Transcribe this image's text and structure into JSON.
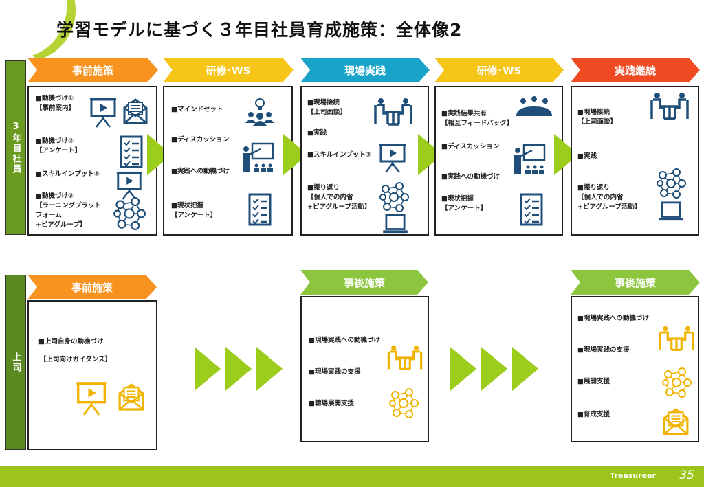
{
  "title": "学習モデルに基づく３年目社員育成施策：全体像2",
  "colors": {
    "orange": "#f7931e",
    "yellow": "#f5c518",
    "teal": "#1aa3c8",
    "red": "#f04a23",
    "green": "#8cc63f",
    "navy": "#1f4e79",
    "gold": "#f0b400",
    "footer": "#9dc41a"
  },
  "top_row": {
    "label": "3年目社員",
    "columns": [
      {
        "header": "事前施策",
        "items": [
          "■動機づけ①\n【事前案内】",
          "■動機づけ②\n【アンケート】",
          "■スキルインプット①",
          "■動機づけ③\n【ラーニングプラット\nフォーム\n+ピアグループ】"
        ]
      },
      {
        "header": "研修･WS",
        "items": [
          "■マインドセット",
          "■ディスカッション",
          "■実践への動機づけ",
          "■現状把握\n【アンケート】"
        ]
      },
      {
        "header": "現場実践",
        "items": [
          "■現場接続\n【上司面談】",
          "■実践",
          "■スキルインプット②",
          "■振り返り\n【個人での内省\n+ピアグループ活動】"
        ]
      },
      {
        "header": "研修･WS",
        "items": [
          "■実践結果共有\n【相互フィードバック】",
          "■ディスカッション",
          "■実践への動機づけ",
          "■現状把握\n【アンケート】"
        ]
      },
      {
        "header": "実践継続",
        "items": [
          "■現場接続\n【上司面談】",
          "■実践",
          "■振り返り\n【個人での内省\n+ピアグループ活動】"
        ]
      }
    ]
  },
  "bottom_row": {
    "label": "上司",
    "columns": [
      {
        "header": "事前施策",
        "items": [
          "■上司自身の動機づけ",
          "【上司向けガイダンス】"
        ]
      },
      {
        "header": "事後施策",
        "items": [
          "■現場実践への動機づけ",
          "■現場実践の支援",
          "■職場展開支援"
        ]
      },
      {
        "header": "事後施策",
        "items": [
          "■現場実践への動機づけ",
          "■現場実践の支援",
          "■展開支援",
          "■育成支援"
        ]
      }
    ]
  },
  "footer": {
    "logo": "Treasureer",
    "page": "35"
  }
}
